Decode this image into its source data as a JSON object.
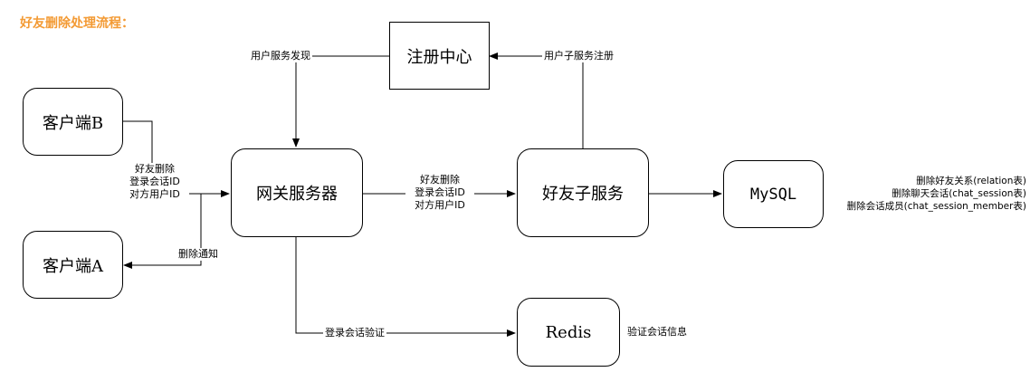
{
  "title": "好友删除处理流程：",
  "nodes": {
    "registry": "注册中心",
    "client_b": "客户端B",
    "client_a": "客户端A",
    "gateway": "网关服务器",
    "friend_service": "好友子服务",
    "mysql": "MySQL",
    "redis": "Redis"
  },
  "edges": {
    "discovery": "用户服务发现",
    "registration": "用户子服务注册",
    "client_request": [
      "好友删除",
      "登录会话ID",
      "对方用户ID"
    ],
    "notify": "删除通知",
    "forward_request": [
      "好友删除",
      "登录会话ID",
      "对方用户ID"
    ],
    "session_verify": "登录会话验证"
  },
  "notes": {
    "mysql": [
      "删除好友关系(relation表)",
      "删除聊天会话(chat_session表)",
      "删除会话成员(chat_session_member表)"
    ],
    "redis": "验证会话信息"
  }
}
